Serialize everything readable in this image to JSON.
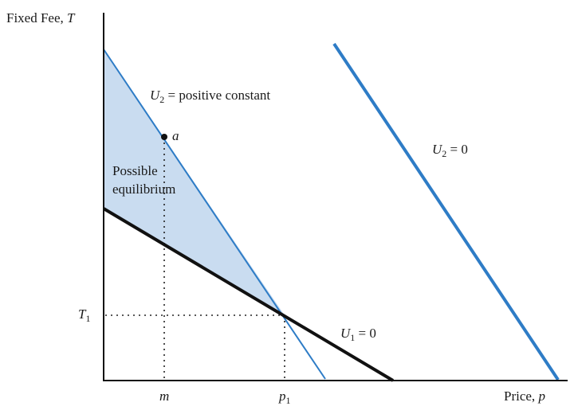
{
  "axes": {
    "y_label_text": "Fixed Fee, ",
    "y_label_var": "T",
    "x_label_text": "Price, ",
    "x_label_var": "p"
  },
  "ticks": {
    "t1_var": "T",
    "t1_sub": "1",
    "m": "m",
    "p1_var": "p",
    "p1_sub": "1"
  },
  "curves": {
    "u2_positive": {
      "var": "U",
      "sub": "2",
      "rest": " = positive constant"
    },
    "u2_zero": {
      "var": "U",
      "sub": "2",
      "rest": " = 0"
    },
    "u1_zero": {
      "var": "U",
      "sub": "1",
      "rest": " = 0"
    }
  },
  "point_a": "a",
  "region": {
    "line1": "Possible",
    "line2": "equilibrium"
  },
  "colors": {
    "blue_line": "#2e7cc6",
    "shade": "#c9dcf0",
    "black_line": "#111111",
    "axis": "#111111"
  }
}
